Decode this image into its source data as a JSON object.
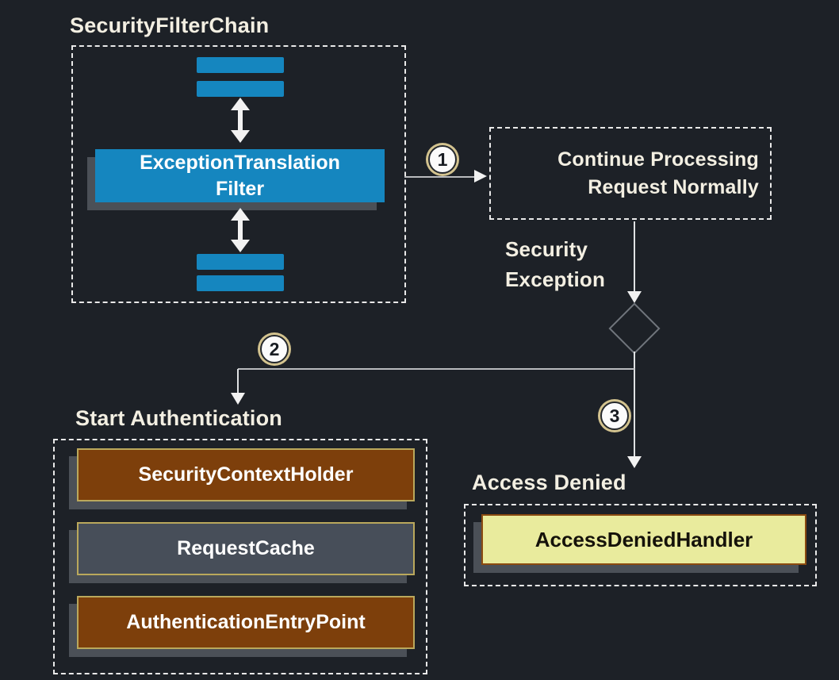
{
  "colors": {
    "background": "#1d2127",
    "blue": "#1586bf",
    "brown": "#7d3f0b",
    "slate": "#474e59",
    "yellow": "#e9eb9d",
    "shadow": "#4b5057",
    "line": "#b9bbbe",
    "line_bright": "#dfe1e3",
    "arrow": "#f2f2f2",
    "dashed_border": "#e9e9e9",
    "diamond_border": "#70757c",
    "label_text": "#f3efe2",
    "box_text": "#ffffff",
    "yellow_box_text": "#15120a",
    "yellow_box_border": "#8a4a10",
    "olive_border": "#baa85c",
    "badge_fill": "#fbfbfb",
    "badge_text": "#181c22",
    "badge_ring": "#23272c",
    "badge_glow": "#d3c38f"
  },
  "filter_chain": {
    "title": "SecurityFilterChain",
    "filter_line1": "ExceptionTranslation",
    "filter_line2": "Filter"
  },
  "steps": {
    "one": "1",
    "two": "2",
    "three": "3"
  },
  "continue_box": {
    "line1": "Continue Processing",
    "line2": "Request Normally"
  },
  "security_exception": {
    "line1": "Security",
    "line2": "Exception"
  },
  "start_auth": {
    "title": "Start Authentication",
    "boxes": [
      {
        "label": "SecurityContextHolder",
        "variant": "brown"
      },
      {
        "label": "RequestCache",
        "variant": "slate"
      },
      {
        "label": "AuthenticationEntryPoint",
        "variant": "brown"
      }
    ]
  },
  "access_denied": {
    "title": "Access Denied",
    "handler_label": "AccessDeniedHandler"
  }
}
